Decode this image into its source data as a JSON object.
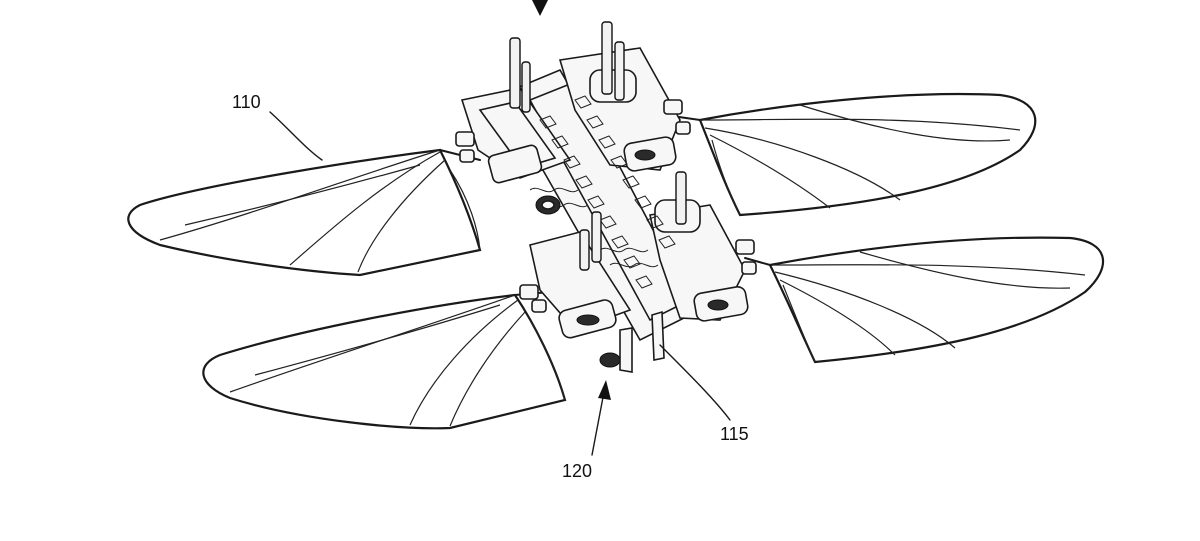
{
  "figure": {
    "labels": {
      "wing": "110",
      "center_assembly": "115",
      "drive_unit": "120"
    }
  }
}
